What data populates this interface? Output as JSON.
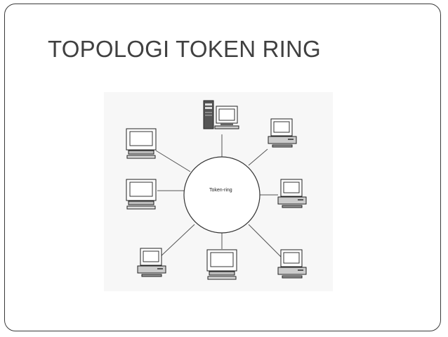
{
  "slide": {
    "title": "TOPOLOGI TOKEN RING"
  },
  "diagram": {
    "ring_label": "Token-ring",
    "nodes": [
      {
        "name": "server-tower-workstation",
        "type": "tower"
      },
      {
        "name": "workstation-top-right",
        "type": "desktop"
      },
      {
        "name": "workstation-right",
        "type": "desktop"
      },
      {
        "name": "workstation-bottom-right",
        "type": "desktop"
      },
      {
        "name": "workstation-bottom",
        "type": "monitor"
      },
      {
        "name": "workstation-bottom-left",
        "type": "desktop"
      },
      {
        "name": "workstation-left",
        "type": "monitor"
      },
      {
        "name": "workstation-top-left",
        "type": "monitor"
      }
    ]
  }
}
